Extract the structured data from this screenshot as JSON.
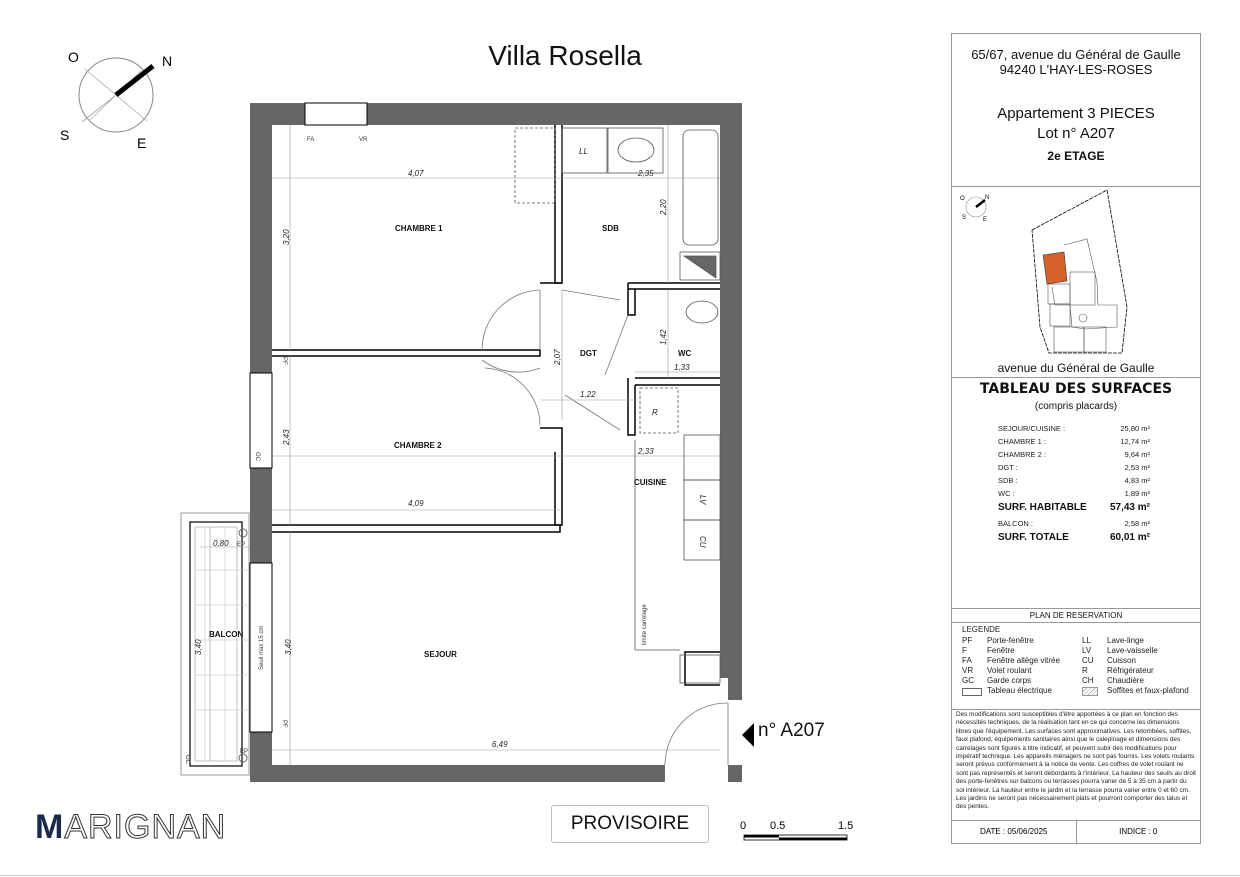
{
  "title": "Villa Rosella",
  "compass": {
    "n": "N",
    "o": "O",
    "s": "S",
    "e": "E"
  },
  "rooms": {
    "chambre1": "CHAMBRE 1",
    "chambre2": "CHAMBRE 2",
    "sdb": "SDB",
    "dgt": "DGT",
    "wc": "WC",
    "cuisine": "CUISINE",
    "sejour": "SEJOUR",
    "balcon": "BALCON",
    "ll": "LL",
    "r": "R",
    "lv": "LV",
    "cu": "CU"
  },
  "dimensions": {
    "d407": "4,07",
    "d320": "3,20",
    "d235": "2,35",
    "d220": "2,20",
    "d207": "2,07",
    "d142": "1,42",
    "d133": "1,33",
    "d122": "1,22",
    "d243": "2,43",
    "d233": "2,33",
    "d409": "4,09",
    "d080": "0,80",
    "d340a": "3,40",
    "d340b": "3,40",
    "d649": "6,49"
  },
  "annotations": {
    "fa": "FA",
    "vr": "VR",
    "pf": "PF",
    "gc": "GC",
    "ep": "EP",
    "seuil": "Seuil max 15 cm",
    "limite": "limite carrelage"
  },
  "lot_marker": "n° A207",
  "logo": {
    "mark": "M",
    "rest": "ARIGNAN",
    "brand_color": "#1a2b4a"
  },
  "provisoire": "PROVISOIRE",
  "scale": {
    "t0": "0",
    "t1": "0.5",
    "t2": "1.5"
  },
  "panel": {
    "address_line1": "65/67, avenue du Général de Gaulle",
    "address_line2": "94240 L'HAY-LES-ROSES",
    "apartment": "Appartement 3 PIECES",
    "lot": "Lot n° A207",
    "floor": "2e ETAGE",
    "street": "avenue du Général de Gaulle",
    "highlight_color": "#d4622a",
    "table_title": "TABLEAU DES SURFACES",
    "table_subtitle": "(compris placards)",
    "surfaces": [
      {
        "label": "SEJOUR/CUISINE :",
        "value": "25,80 m²"
      },
      {
        "label": "CHAMBRE 1 :",
        "value": "12,74 m²"
      },
      {
        "label": "CHAMBRE 2 :",
        "value": "9,64 m²"
      },
      {
        "label": "DGT :",
        "value": "2,53 m²"
      },
      {
        "label": "SDB :",
        "value": "4,83 m²"
      },
      {
        "label": "WC :",
        "value": "1,89 m²"
      },
      {
        "label": "SURF. HABITABLE",
        "value": "57,43 m²",
        "bold": true
      },
      {
        "label": "BALCON :",
        "value": "2,58 m²"
      },
      {
        "label": "SURF. TOTALE",
        "value": "60,01 m²",
        "bold": true
      }
    ],
    "reservation": "PLAN DE RESERVATION",
    "legend_title": "LEGENDE",
    "legend": [
      [
        "PF",
        "Porte-fenêtre",
        "LL",
        "Lave-linge"
      ],
      [
        "F",
        "Fenêtre",
        "LV",
        "Lave-vaisselle"
      ],
      [
        "FA",
        "Fenêtre allège vitrée",
        "CU",
        "Cuisson"
      ],
      [
        "VR",
        "Volet roulant",
        "R",
        "Réfrigérateur"
      ],
      [
        "GC",
        "Garde corps",
        "CH",
        "Chaudière"
      ],
      [
        "",
        "Tableau électrique",
        "",
        "Soffites et faux-plafond"
      ]
    ],
    "disclaimer": "Des modifications sont susceptibles d'être apportées à ce plan en fonction des nécessités techniques, de la réalisation tant en ce qui concerne les dimensions libres que l'équipement. Les surfaces sont approximatives. Les retombées, soffites, faux plafond, équipements sanitaires ainsi que le calepinage et dimensions des carrelages sont figurés à titre indicatif, et peuvent subir des modifications pour impératif technique. Les appareils ménagers ne sont pas fournis.  Les volets roulants seront prévus conformément à la notice de vente. Les coffres de volet roulant ne sont pas représentés et seront débordants à l'intérieur. La hauteur des seuils au droit des porte-fenêtres sur balcons ou terrasses pourra varier de 5 à 35 cm à partir du sol intérieur. La hauteur entre le jardin et la terrasse pourra varier entre 0 et 60 cm. Les jardins ne seront pas nécessairement plats et pourront comporter des talus et des pentes.",
    "date": "DATE : 05/06/2025",
    "indice": "INDICE :  0"
  }
}
